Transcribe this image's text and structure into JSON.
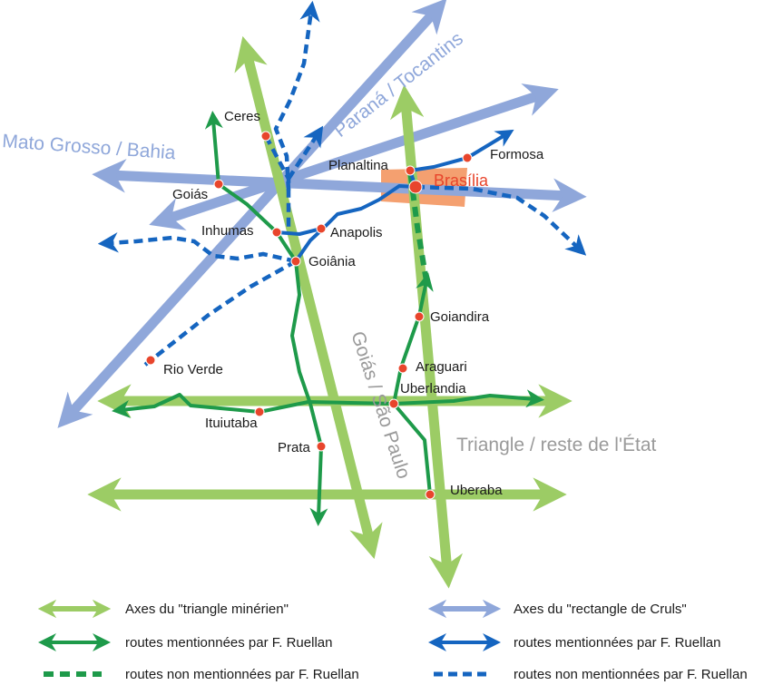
{
  "colors": {
    "light_green": "#9ccc65",
    "dark_green": "#1e9a4a",
    "light_blue": "#8fa7da",
    "dark_blue": "#1565c0",
    "city_dot": "#e8452c",
    "capital_area": "#f4a070"
  },
  "axis_labels": {
    "parana_tocantins": "Paraná / Tocantins",
    "mato_grosso_bahia": "Mato Grosso / Bahia",
    "goias_sao_paulo": "Goiás / São Paulo",
    "triangle_reste": "Triangle / reste de l'État"
  },
  "cities": {
    "ceres": "Ceres",
    "goias": "Goiás",
    "inhumas": "Inhumas",
    "anapolis": "Anapolis",
    "goiania": "Goiânia",
    "planaltina": "Planaltina",
    "formosa": "Formosa",
    "brasilia": "Brasília",
    "goiandira": "Goiandira",
    "araguari": "Araguari",
    "uberlandia": "Uberlandia",
    "rio_verde": "Rio Verde",
    "ituiutaba": "Ituiutaba",
    "prata": "Prata",
    "uberaba": "Uberaba"
  },
  "legend": {
    "triangle_axes": "Axes du \"triangle minérien\"",
    "cruls_axes": "Axes du \"rectangle de Cruls\"",
    "green_routes": "routes mentionnées par F. Ruellan",
    "blue_routes": "routes mentionnées par F. Ruellan",
    "green_dashed": "routes non mentionnées par F. Ruellan",
    "blue_dashed": "routes non mentionnées par F. Ruellan"
  }
}
